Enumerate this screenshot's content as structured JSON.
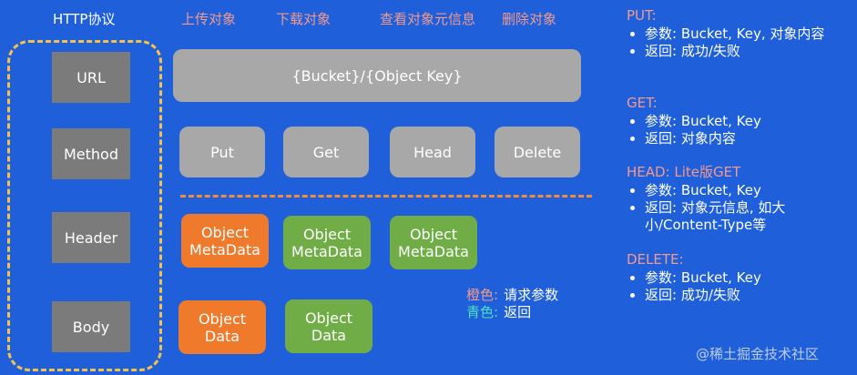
{
  "protocol": {
    "title": "HTTP协议",
    "parts": [
      "URL",
      "Method",
      "Header",
      "Body"
    ]
  },
  "operations_header": [
    "上传对象",
    "下载对象",
    "查看对象元信息",
    "删除对象"
  ],
  "url_bar": "{Bucket}/{Object Key}",
  "methods": [
    "Put",
    "Get",
    "Head",
    "Delete"
  ],
  "tiles": {
    "metadata": [
      "Object\nMetaData",
      "Object\nMetaData",
      "Object\nMetaData"
    ],
    "data": [
      "Object\nData",
      "Object\nData"
    ]
  },
  "legend": [
    {
      "key": "橙色:",
      "value": "请求参数"
    },
    {
      "key": "青色:",
      "value": "返回"
    }
  ],
  "details": [
    {
      "heading": "PUT:",
      "items": [
        "参数: Bucket, Key, 对象内容",
        "返回: 成功/失败"
      ]
    },
    {
      "heading": "GET:",
      "items": [
        "参数: Bucket, Key",
        "返回: 对象内容"
      ]
    },
    {
      "heading": "HEAD: Lite版GET",
      "items": [
        "参数: Bucket, Key",
        "返回: 对象元信息, 如大小/Content-Type等"
      ]
    },
    {
      "heading": "DELETE:",
      "items": [
        "参数: Bucket, Key",
        "返回: 成功/失败"
      ]
    }
  ],
  "watermark": "@稀土掘金技术社区",
  "colors": {
    "background": "#1f5fd9",
    "request": "#ef7a2c",
    "response": "#70ad47",
    "neutral": "#a8a8a8"
  }
}
